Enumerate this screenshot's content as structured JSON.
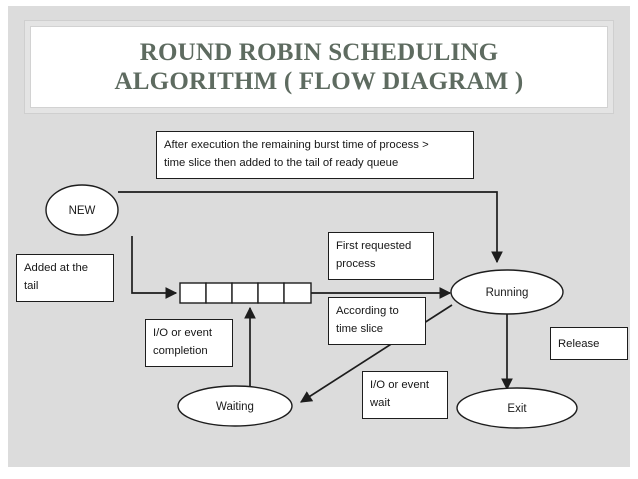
{
  "slide": {
    "background_color": "#dcdcdc",
    "title": "ROUND ROBIN SCHEDULING\nALGORITHM ( FLOW DIAGRAM )",
    "title_color": "#5e6b60"
  },
  "diagram": {
    "type": "flow-diagram",
    "nodes": [
      {
        "id": "new",
        "label": "NEW",
        "shape": "ellipse"
      },
      {
        "id": "queue",
        "label": "",
        "shape": "queue",
        "cells": 5
      },
      {
        "id": "running",
        "label": "Running",
        "shape": "ellipse"
      },
      {
        "id": "waiting",
        "label": "Waiting",
        "shape": "ellipse"
      },
      {
        "id": "exit",
        "label": "Exit",
        "shape": "ellipse"
      }
    ],
    "annotations": [
      {
        "id": "preempt-note",
        "text": "After execution the remaining burst time of process >\ntime slice then added to the tail of ready queue"
      },
      {
        "id": "added-at-tail",
        "text": "Added at the\ntail"
      },
      {
        "id": "first-requested",
        "text": "First requested\nprocess"
      },
      {
        "id": "according-to-slice",
        "text": "According to\ntime slice"
      },
      {
        "id": "io-completion",
        "text": "I/O or event\ncompletion"
      },
      {
        "id": "io-wait",
        "text": "I/O or event\nwait"
      },
      {
        "id": "release",
        "text": "Release"
      }
    ]
  }
}
